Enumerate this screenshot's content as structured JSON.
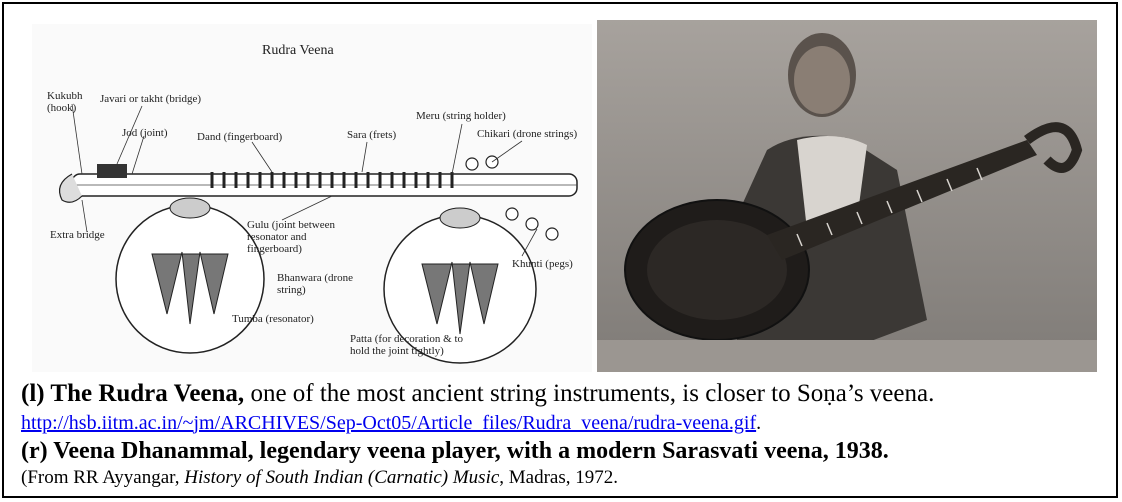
{
  "diagram": {
    "title": "Rudra Veena",
    "labels": {
      "kukubh": "Kukubh",
      "kukubh_sub": "(hook)",
      "javari": "Javari or takht (bridge)",
      "jod": "Jod (joint)",
      "dand": "Dand (fingerboard)",
      "sara": "Sara (frets)",
      "meru": "Meru (string holder)",
      "chikari": "Chikari (drone strings)",
      "extra_bridge": "Extra bridge",
      "gulu_1": "Gulu (joint between",
      "gulu_2": "resonator and",
      "gulu_3": "fingerboard)",
      "khunti": "Khunti (pegs)",
      "bhanwara_1": "Bhanwara (drone",
      "bhanwara_2": "string)",
      "tumba": "Tumba (resonator)",
      "patta_1": "Patta (for decoration & to",
      "patta_2": "hold the joint tightly)"
    }
  },
  "caption": {
    "line1_bold": "(l) The Rudra Veena,",
    "line1_rest": " one of the most ancient string instruments, is closer to Soṇa’s veena.",
    "url": "http://hsb.iitm.ac.in/~jm/ARCHIVES/Sep-Oct05/Article_files/Rudra_veena/rudra-veena.gif",
    "url_tail": ".",
    "line3": "(r) Veena Dhanammal, legendary veena player, with a modern Sarasvati veena, 1938.",
    "line4_pre": "(From RR Ayyangar, ",
    "line4_book": "History of South Indian (Carnatic) Music",
    "line4_post": ", Madras, 1972."
  }
}
